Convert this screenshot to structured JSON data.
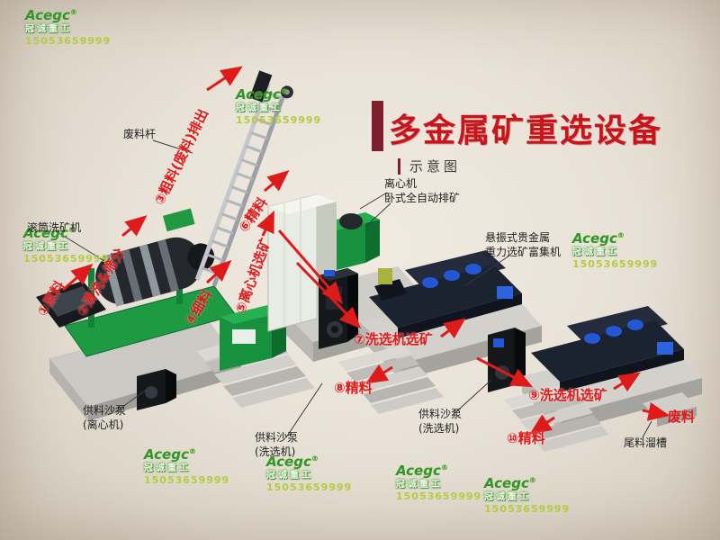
{
  "title": {
    "main": "多金属矿重选设备",
    "subtitle": "示意图"
  },
  "watermark": {
    "brand": "Acegc",
    "reg": "®",
    "company": "冠诚重工",
    "phone": "15053659999"
  },
  "machine_labels": {
    "waste_rod": "废料杆",
    "drum_washer": "滚筒洗矿机",
    "centrifuge_line1": "离心机",
    "centrifuge_line2": "卧式全自动排矿",
    "shaker_line1": "悬振式贵金属",
    "shaker_line2": "重力选矿富集机",
    "pump_centrifuge_line1": "供料沙泵",
    "pump_centrifuge_line2": "(离心机)",
    "pump_washer_a_line1": "供料沙泵",
    "pump_washer_a_line2": "(洗选机)",
    "pump_washer_b_line1": "供料沙泵",
    "pump_washer_b_line2": "(洗选机)",
    "tailings_chute": "尾料溜槽",
    "waste_output": "废料"
  },
  "flow_steps": {
    "step1": "①原料",
    "step2": "②清洗&筛分",
    "step3": "③粗料(废料)排出",
    "step4": "④细料",
    "step5": "⑤离心机选矿",
    "step6": "⑥精料",
    "step7": "⑦洗选机选矿",
    "step8": "⑧精料",
    "step9": "⑨洗选机选矿",
    "step10": "⑩精料"
  },
  "colors": {
    "title_red": "#c9141c",
    "accent_bar": "#7d1f2d",
    "flow_red": "#df1a1a",
    "brand_green": "#2f9436",
    "phone_green": "#b4cc3d",
    "machine_green": "#1b9e46",
    "machine_navy": "#1b2230",
    "accent_blue": "#2257d6"
  }
}
